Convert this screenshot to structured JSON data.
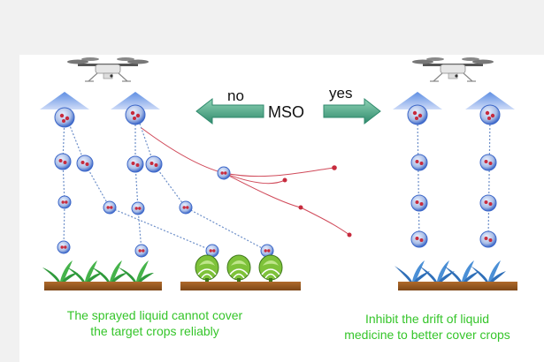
{
  "center": {
    "label": "MSO",
    "no_label": "no",
    "yes_label": "yes"
  },
  "captions": {
    "left": [
      "The sprayed liquid cannot cover",
      "the target crops reliably"
    ],
    "right": [
      "Inhibit the drift of liquid",
      "medicine to better cover crops"
    ]
  },
  "colors": {
    "caption_green": "#35c52a",
    "arrow_green": "#2f8a6c",
    "droplet_blue": "#3c67c9",
    "drift_red": "#c72b3d",
    "grass_green": "#2f9a3c",
    "grass_blue": "#2f6fb8",
    "soil_brown": "#9a5a22",
    "crop_green": "#7ec23a"
  },
  "icons": [
    "drone-icon",
    "spray-cone-icon",
    "droplet-icon",
    "grass-icon",
    "crop-plant-icon",
    "arrow-left-icon",
    "arrow-right-icon"
  ]
}
